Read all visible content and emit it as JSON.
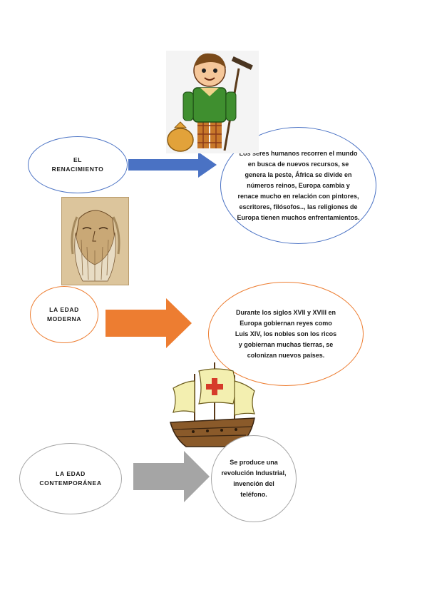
{
  "rows": [
    {
      "label": "EL\nRENACIMIENTO",
      "description": "Los seres humanos recorren el mundo en busca de nuevos recursos, se genera la peste, África se divide en números reinos, Europa cambia y renace mucho en relación con pintores, escritores, filósofos.., las religiones de Europa tienen muchos enfrentamientos.",
      "color": "#4a72c4"
    },
    {
      "label": "LA EDAD\nMODERNA",
      "description": "Durante los siglos XVII y XVIII en Europa gobiernan reyes como Luis XIV, los nobles son los ricos y gobiernan muchas tierras, se colonizan nuevos países.",
      "color": "#ed7d31"
    },
    {
      "label": "LA EDAD\nCONTEMPORÁNEA",
      "description": "Se produce una revolución Industrial, invención del teléfono.",
      "color": "#a5a5a5"
    }
  ]
}
